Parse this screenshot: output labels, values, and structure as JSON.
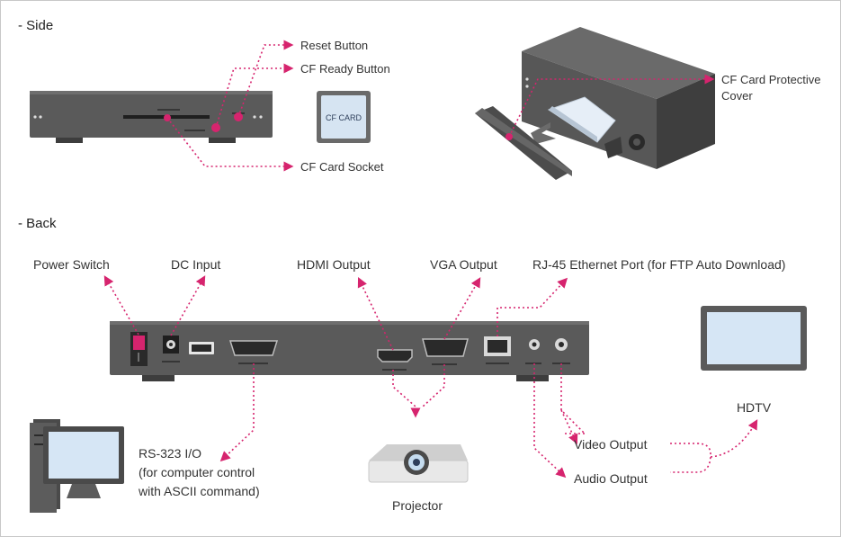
{
  "sections": {
    "side": "- Side",
    "back": "- Back"
  },
  "side_labels": {
    "reset_button": "Reset Button",
    "cf_ready_button": "CF Ready Button",
    "cf_card_socket": "CF Card Socket",
    "cf_card_badge": "CF CARD",
    "cf_cover_line1": "CF Card Protective",
    "cf_cover_line2": "Cover"
  },
  "back_labels": {
    "power_switch": "Power Switch",
    "dc_input": "DC Input",
    "hdmi_output": "HDMI Output",
    "vga_output": "VGA Output",
    "rj45": "RJ-45 Ethernet Port (for FTP Auto Download)",
    "rs323_line1": "RS-323 I/O",
    "rs323_line2": "(for computer control",
    "rs323_line3": "with ASCII command)",
    "projector": "Projector",
    "video_output": "Video Output",
    "audio_output": "Audio Output",
    "hdtv": "HDTV"
  },
  "colors": {
    "accent": "#d6246e",
    "device": "#5a5a5a",
    "device_dark": "#3d3d3d"
  }
}
